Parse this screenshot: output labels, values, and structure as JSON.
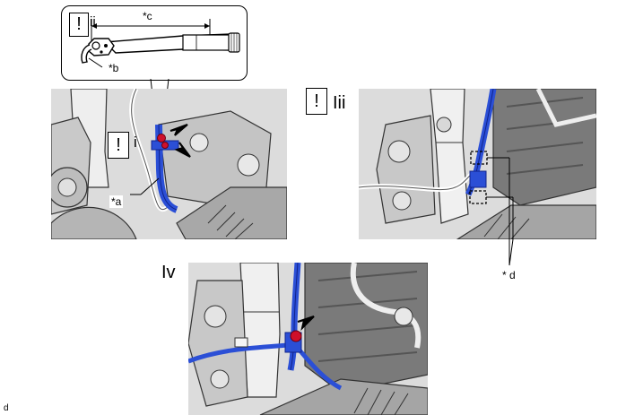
{
  "inset": {
    "warn_mark": "!",
    "roman": "ii",
    "label_c": "*c",
    "label_b": "*b"
  },
  "panel_i": {
    "warn_mark": "!",
    "roman": "i",
    "label_a": "*a"
  },
  "panel_iii": {
    "warn_mark": "!",
    "roman": "Iii",
    "label_d": "* d"
  },
  "panel_iv": {
    "roman": "Iv"
  },
  "footer_code": "d",
  "colors": {
    "hose_blue": "#2b4fd6",
    "bolt_red": "#d0102a",
    "panel_bg": "#d9d9d9"
  }
}
